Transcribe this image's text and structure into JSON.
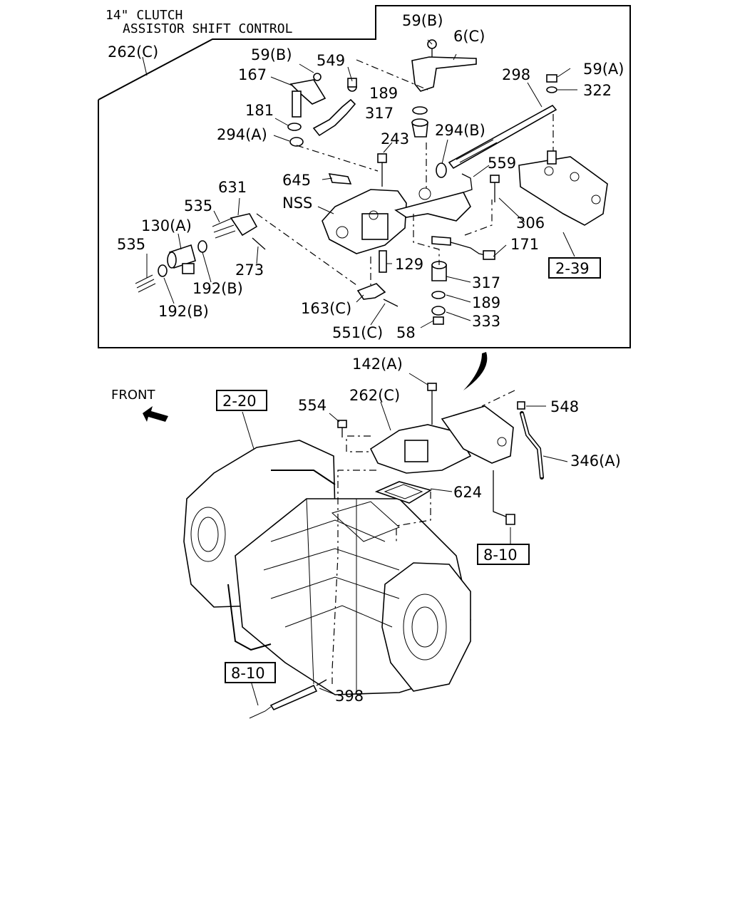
{
  "header": {
    "line1": "14\" CLUTCH",
    "line2": "ASSISTOR SHIFT CONTROL"
  },
  "front_label": "FRONT",
  "callouts": {
    "c262c_top": "262(C)",
    "c59b_1": "59(B)",
    "c6c": "6(C)",
    "c59b_2": "59(B)",
    "c549": "549",
    "c167": "167",
    "c59a": "59(A)",
    "c298": "298",
    "c322": "322",
    "c189_top": "189",
    "c317_top": "317",
    "c181": "181",
    "c294a": "294(A)",
    "c294b": "294(B)",
    "c243": "243",
    "c559": "559",
    "c645": "645",
    "c631": "631",
    "cNSS": "NSS",
    "c535_1": "535",
    "c306": "306",
    "c130a": "130(A)",
    "c535_2": "535",
    "c171": "171",
    "c129": "129",
    "c273": "273",
    "c192b_1": "192(B)",
    "c317_bot": "317",
    "c163c": "163(C)",
    "c189_bot": "189",
    "c192b_2": "192(B)",
    "c333": "333",
    "c551c": "551(C)",
    "c58": "58",
    "c142a": "142(A)",
    "c262c_bot": "262(C)",
    "c554": "554",
    "c548": "548",
    "c346a": "346(A)",
    "c624": "624",
    "c398": "398"
  },
  "ref_boxes": {
    "r2_39": "2-39",
    "r2_20": "2-20",
    "r8_10_right": "8-10",
    "r8_10_left": "8-10"
  }
}
